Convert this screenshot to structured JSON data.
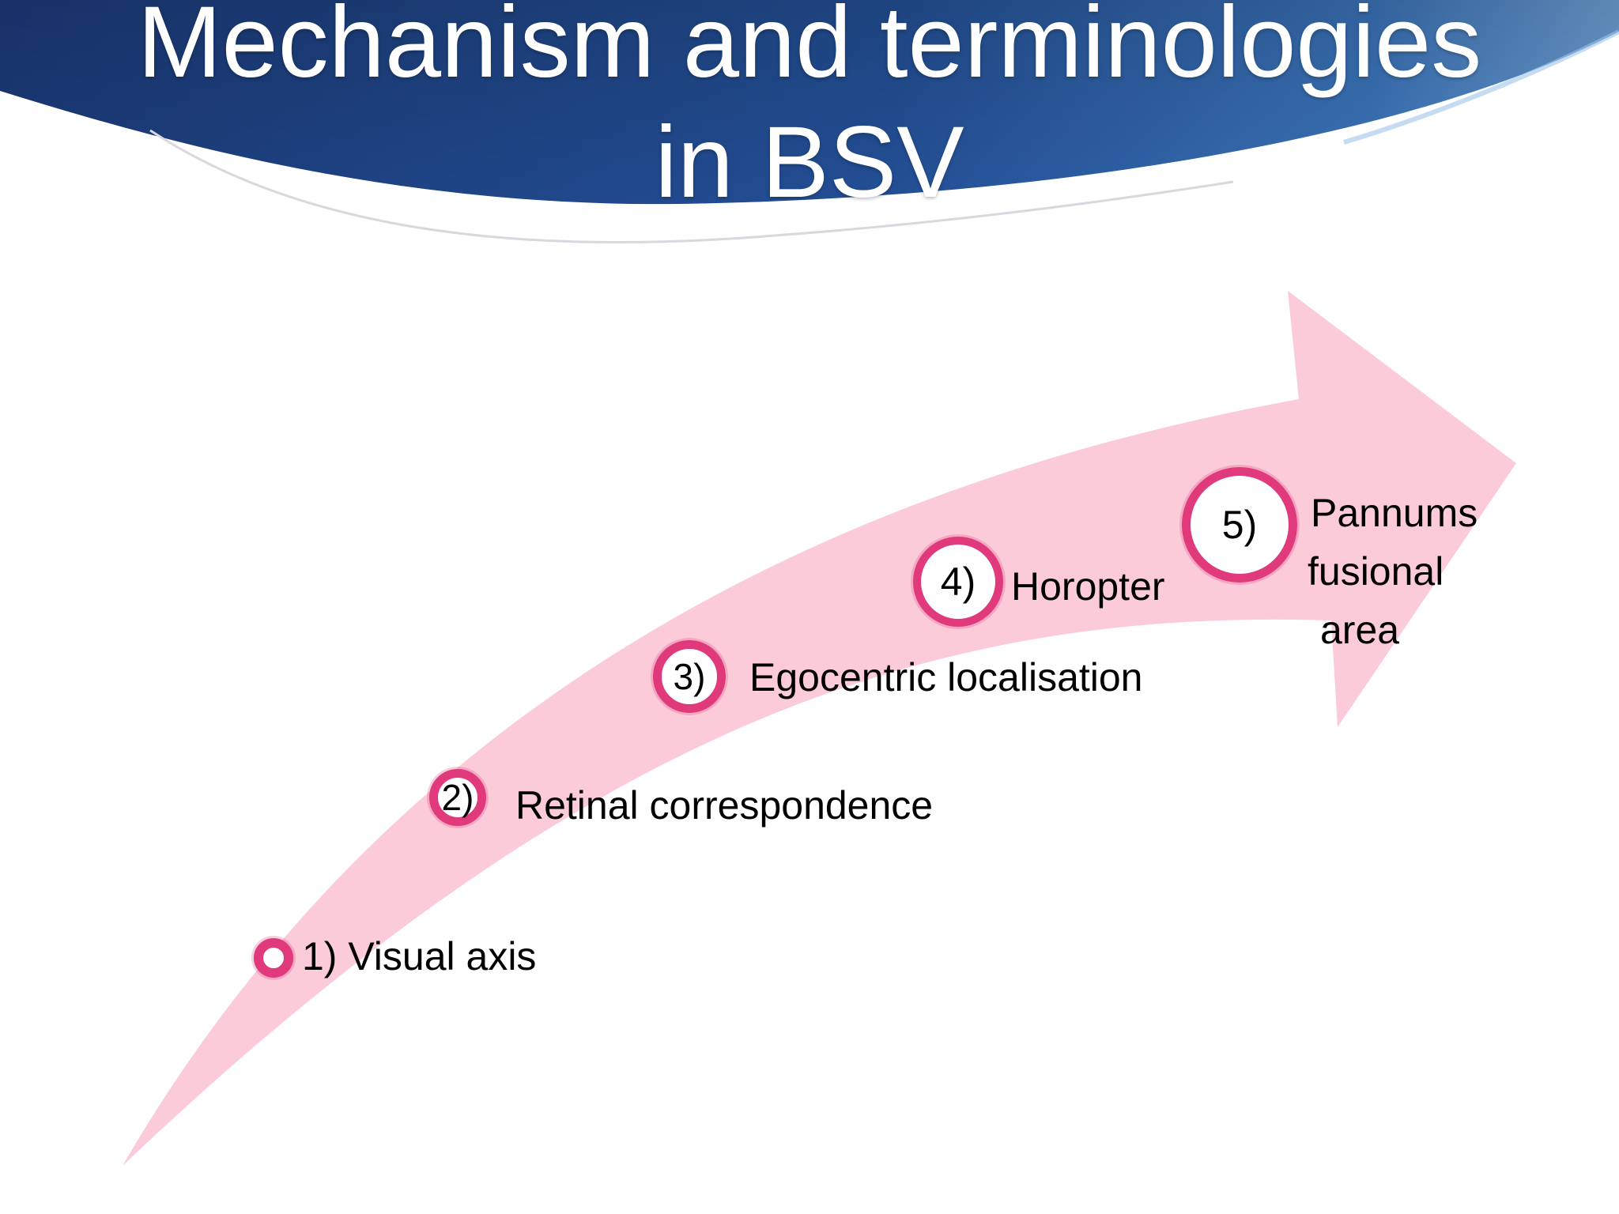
{
  "title": {
    "line1": "Mechanism and terminologies",
    "line2": "in BSV"
  },
  "colors": {
    "header_dark": "#1c3f7d",
    "header_light": "#5b8fc9",
    "arrow_fill": "#fccbd9",
    "circle_border": "#e03a7c"
  },
  "steps": [
    {
      "number": "1)",
      "label": "1) Visual axis"
    },
    {
      "number": "2)",
      "label": "Retinal correspondence"
    },
    {
      "number": "3)",
      "label": "Egocentric localisation"
    },
    {
      "number": "4)",
      "label": "Horopter"
    },
    {
      "number": "5)",
      "label_lines": [
        "Pannums",
        "fusional",
        "area"
      ]
    }
  ]
}
